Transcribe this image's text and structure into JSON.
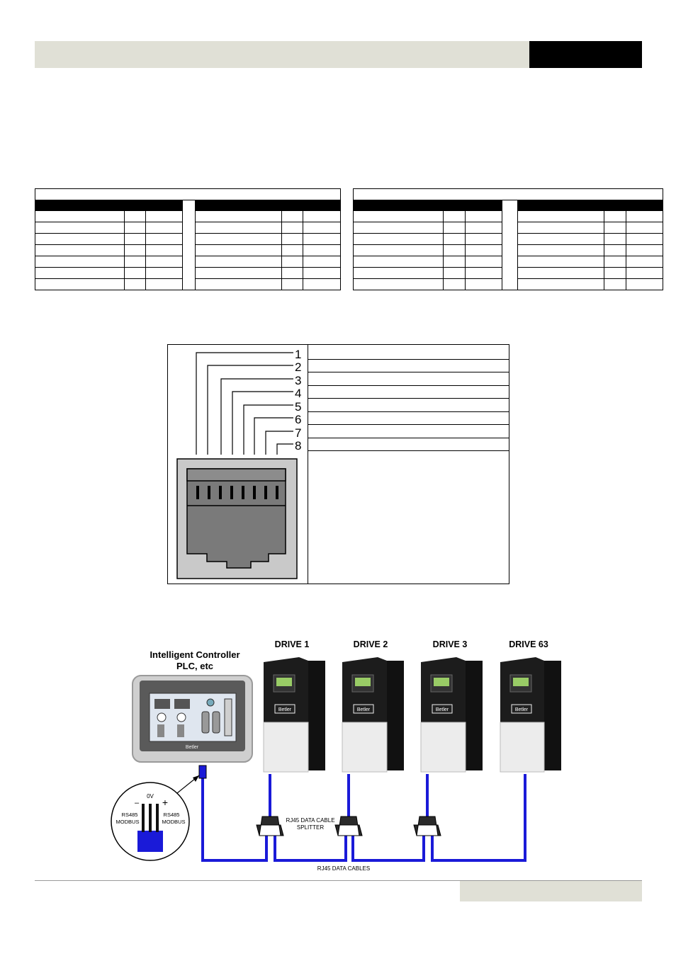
{
  "diagram": {
    "pin_numbers": [
      "1",
      "2",
      "3",
      "4",
      "5",
      "6",
      "7",
      "8"
    ],
    "controller_label_line1": "Intelligent Controller",
    "controller_label_line2": "PLC, etc",
    "controller_brand": "Betler",
    "drive_labels": [
      "DRIVE 1",
      "DRIVE 2",
      "DRIVE 3",
      "DRIVE 63"
    ],
    "drive_brand": "Betler",
    "connector_minus": "–",
    "connector_0v": "0V",
    "connector_plus": "+",
    "connector_rs485_left_1": "RS485",
    "connector_rs485_left_2": "MODBUS",
    "connector_rs485_right_1": "RS485",
    "connector_rs485_right_2": "MODBUS",
    "splitter_label_1": "RJ45 DATA CABLE",
    "splitter_label_2": "SPLITTER",
    "cables_label": "RJ45 DATA CABLES"
  },
  "colors": {
    "header_bar": "#e0e0d6",
    "cable_blue": "#1a1ad8",
    "drive_body": "#1c1c1c",
    "drive_lower": "#ececec"
  }
}
